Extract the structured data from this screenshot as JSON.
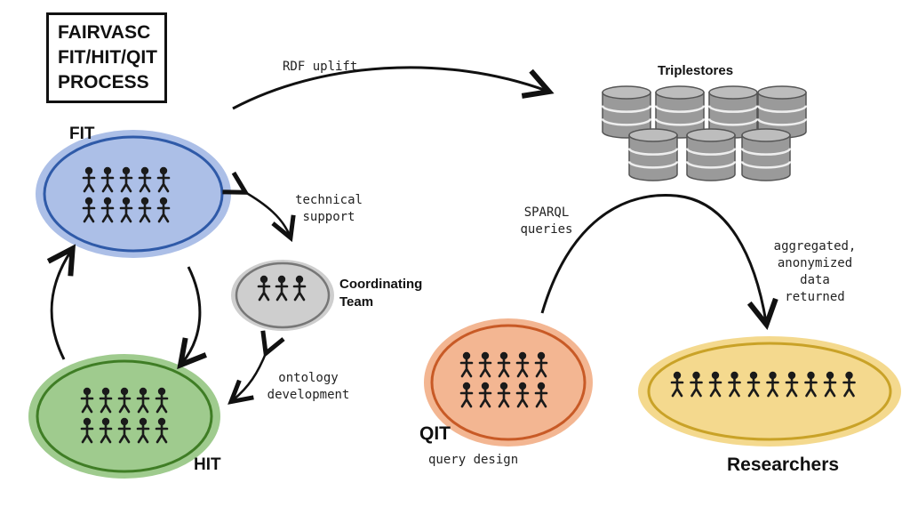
{
  "title": {
    "line1": "FAIRVASC",
    "line2": "FIT/HIT/QIT",
    "line3": "PROCESS"
  },
  "groups": {
    "fit": {
      "label": "FIT",
      "color": "#2f5aa8",
      "fill": "#9db4e3",
      "people": 10
    },
    "hit": {
      "label": "HIT",
      "color": "#3f7d25",
      "fill": "#8ec27a",
      "people": 10
    },
    "coordinating": {
      "label_line1": "Coordinating",
      "label_line2": "Team",
      "color": "#777777",
      "fill": "#c9c9c9",
      "people": 3
    },
    "qit": {
      "label": "QIT",
      "color": "#c85a26",
      "fill": "#f1a97f",
      "people": 10
    },
    "researchers": {
      "label": "Researchers",
      "color": "#c9a227",
      "fill": "#f2d27a",
      "people": 10
    }
  },
  "triplestores": {
    "label": "Triplestores",
    "count": 7
  },
  "annotations": {
    "rdf_uplift": "RDF uplift",
    "technical_support_1": "technical",
    "technical_support_2": "support",
    "ontology_1": "ontology",
    "ontology_2": "development",
    "sparql_1": "SPARQL",
    "sparql_2": "queries",
    "query_design": "query design",
    "returned_1": "aggregated,",
    "returned_2": "anonymized",
    "returned_3": "data",
    "returned_4": "returned"
  }
}
